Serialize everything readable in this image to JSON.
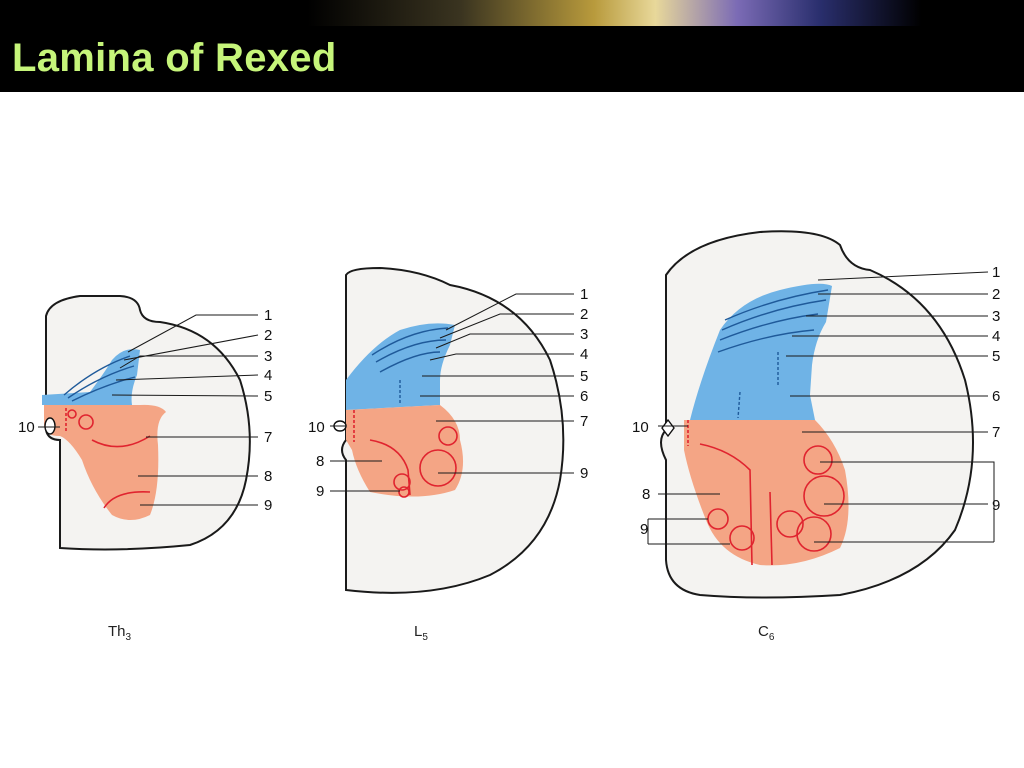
{
  "slide": {
    "title": "Lamina of Rexed"
  },
  "sections": [
    {
      "caption_main": "Th",
      "caption_sub": "3",
      "left_label": "10",
      "right_labels": [
        "1",
        "2",
        "3",
        "4",
        "5",
        "7",
        "8",
        "9"
      ]
    },
    {
      "caption_main": "L",
      "caption_sub": "5",
      "left_labels": [
        "10",
        "8",
        "9"
      ],
      "right_labels": [
        "1",
        "2",
        "3",
        "4",
        "5",
        "6",
        "7",
        "9"
      ]
    },
    {
      "caption_main": "C",
      "caption_sub": "6",
      "left_labels": [
        "10",
        "8",
        "9"
      ],
      "right_labels": [
        "1",
        "2",
        "3",
        "4",
        "5",
        "6",
        "7",
        "9"
      ]
    }
  ],
  "colors": {
    "title_text": "#c6f57a",
    "title_bar": "#000000",
    "dorsal_laminae": "#6fb3e6",
    "ventral_laminae": "#f4a585",
    "boundaries": "#e0242f"
  }
}
